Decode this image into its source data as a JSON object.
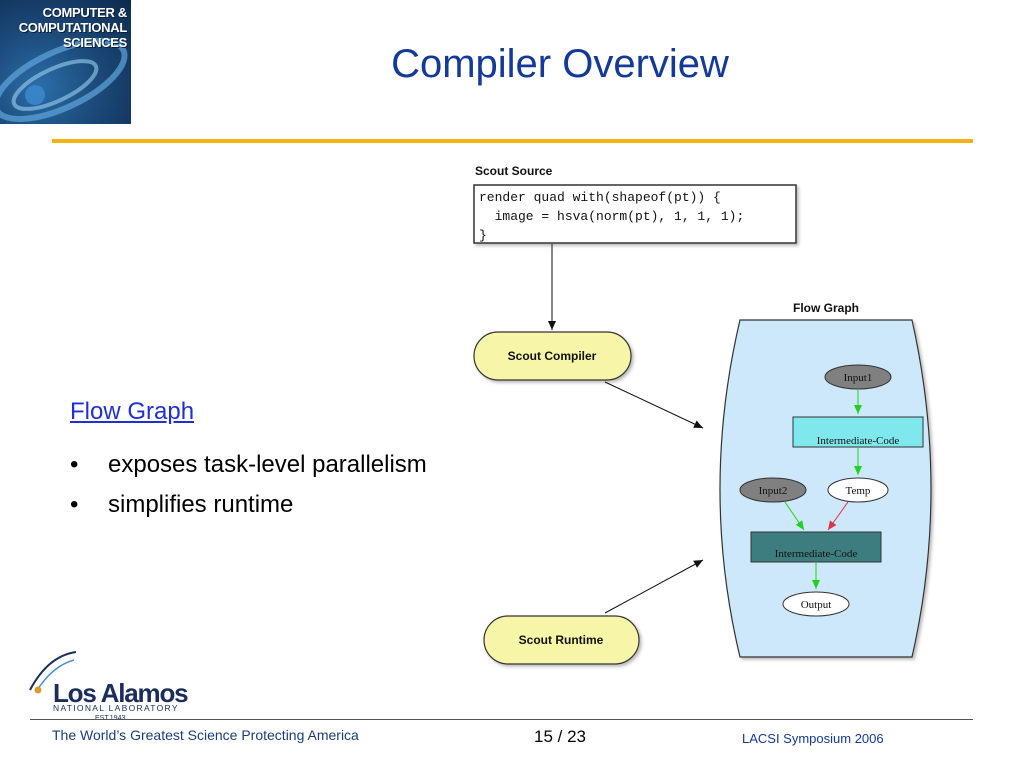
{
  "header": {
    "logo_lines": [
      "COMPUTER &",
      "COMPUTATIONAL",
      "SCIENCES"
    ],
    "title": "Compiler Overview"
  },
  "content": {
    "heading": "Flow Graph",
    "bullets": [
      "exposes task-level parallelism",
      "simplifies runtime"
    ]
  },
  "diagram": {
    "source_label": "Scout Source",
    "code_lines": [
      "render quad with(shapeof(pt)) {",
      "  image = hsva(norm(pt), 1, 1, 1);",
      "}"
    ],
    "compiler_label": "Scout Compiler",
    "runtime_label": "Scout Runtime",
    "flow_graph_label": "Flow Graph",
    "nodes": {
      "input1": "Input1",
      "ic1": "Intermediate-Code",
      "input2": "Input2",
      "temp": "Temp",
      "ic2": "Intermediate-Code",
      "output": "Output"
    },
    "colors": {
      "flow_graph_bg": "#cce8fa",
      "pill_fill": "#f7f6a8",
      "ic1_fill": "#7ee8ec",
      "ic2_fill": "#3d7d80",
      "input_fill": "#808080",
      "green_arrow": "#22d022",
      "red_arrow": "#e0304a"
    }
  },
  "footer": {
    "lab_name": "Los Alamos",
    "lab_sub": "NATIONAL LABORATORY",
    "lab_est": "EST.1943",
    "tagline": "The World’s Greatest Science Protecting America",
    "page": "15 / 23",
    "event": "LACSI Symposium 2006"
  },
  "theme": {
    "title_color": "#14399a",
    "rule_color": "#f2b310",
    "link_color": "#1f2fd6"
  }
}
